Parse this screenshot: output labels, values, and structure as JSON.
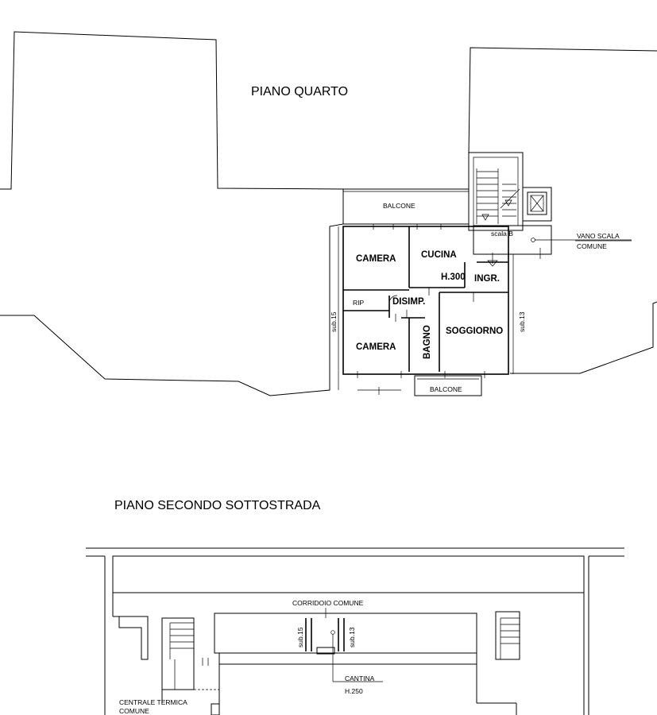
{
  "floor_plans": [
    {
      "title": "PIANO QUARTO",
      "rooms": [
        "CAMERA",
        "CUCINA",
        "H.300",
        "INGR.",
        "RIP",
        "DISIMP.",
        "CAMERA",
        "BAGNO",
        "SOGGIORNO"
      ],
      "balconies": [
        "BALCONE",
        "BALCONE"
      ],
      "stair_label": "scala B",
      "common_areas": [
        "VANO SCALA",
        "COMUNE"
      ],
      "subunits": [
        "sub.15",
        "sub.13"
      ]
    },
    {
      "title": "PIANO SECONDO SOTTOSTRADA",
      "corridor": "CORRIDOIO  COMUNE",
      "subunits": [
        "sub.15",
        "sub.13"
      ],
      "cellar": "CANTINA",
      "cellar_height": "H.250",
      "boiler_room": [
        "CENTRALE TERMICA",
        "COMUNE"
      ]
    }
  ]
}
